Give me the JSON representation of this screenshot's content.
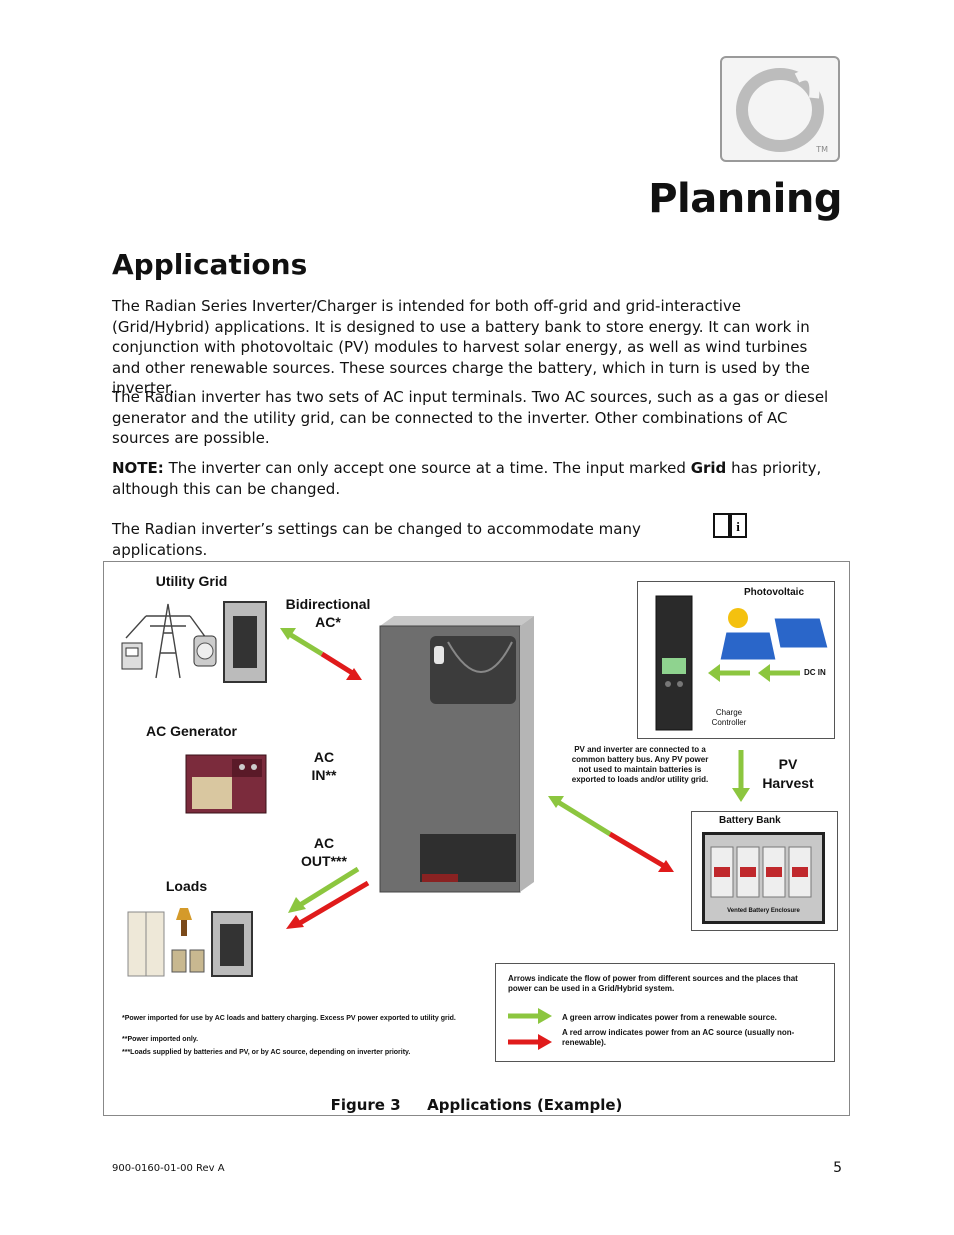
{
  "logo": {
    "tm": "TM"
  },
  "page_title": "Planning",
  "section_title": "Applications",
  "paragraphs": {
    "p1": "The Radian Series Inverter/Charger is intended for both off-grid and grid-interactive (Grid/Hybrid) applications.  It is designed to use a battery bank to store energy.  It can work in conjunction with photovoltaic (PV) modules to harvest solar energy, as well as wind turbines and other renewable sources.  These sources charge the battery, which in turn is used by the inverter.",
    "p2": "The Radian inverter has two sets of AC input terminals.  Two AC sources, such as a gas or diesel generator and the utility grid, can be connected to the inverter.  Other combinations of AC sources are possible.",
    "note_label": "NOTE:",
    "note_text_a": "The inverter can only accept one source at a time.  The input marked",
    "note_grid": "Grid",
    "note_text_b": "has priority, although this can be changed.",
    "p4": "The Radian inverter’s settings can be changed to accommodate many applications."
  },
  "figure": {
    "utility_grid": "Utility Grid",
    "bidirectional_1": "Bidirectional",
    "bidirectional_2": "AC*",
    "ac_generator": "AC Generator",
    "ac_in_1": "AC",
    "ac_in_2": "IN**",
    "ac_out_1": "AC",
    "ac_out_2": "OUT***",
    "loads": "Loads",
    "photovoltaic": "Photovoltaic",
    "dc_in": "DC IN",
    "charge_controller_1": "Charge",
    "charge_controller_2": "Controller",
    "pv_note_1": "PV and inverter are connected to a",
    "pv_note_2": "common battery bus.  Any PV power",
    "pv_note_3": "not used to maintain batteries is",
    "pv_note_4": "exported to loads and/or utility grid.",
    "pv_harvest_1": "PV",
    "pv_harvest_2": "Harvest",
    "battery_bank": "Battery Bank",
    "vented_enclosure": "Vented Battery Enclosure",
    "footnote_1": "*Power imported for use by AC loads and battery charging.  Excess PV power exported to utility grid.",
    "footnote_2": "**Power imported only.",
    "footnote_3": "***Loads supplied by batteries and PV, or by AC source, depending on inverter priority.",
    "legend_intro": "Arrows indicate the flow of power from different sources and the places that power can be used in a Grid/Hybrid system.",
    "legend_green": "A green arrow indicates power from a renewable source.",
    "legend_red": "A red arrow indicates power from an AC source (usually non-renewable).",
    "caption_num": "Figure 3",
    "caption_text": "Applications (Example)",
    "colors": {
      "green": "#8cc63f",
      "red": "#e01b1b"
    }
  },
  "footer": {
    "doc_number": "900-0160-01-00 Rev A",
    "page_number": "5"
  }
}
